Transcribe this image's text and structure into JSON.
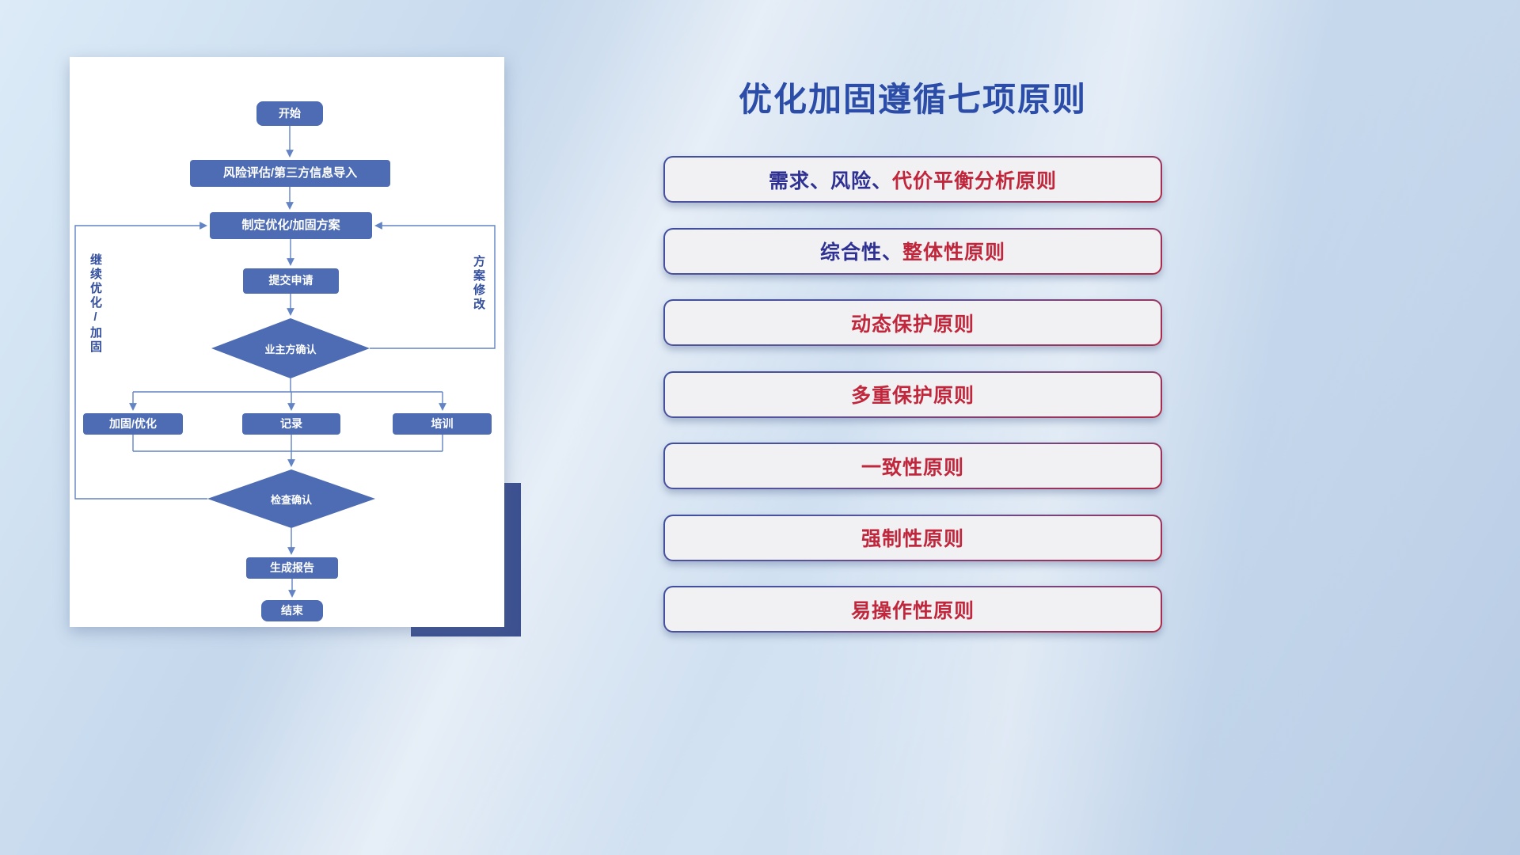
{
  "slide": {
    "right_panel": {
      "title": "优化加固遵循七项原则",
      "principles": [
        {
          "part1": {
            "text": "需求、风险、",
            "color": "#2e3192"
          },
          "part2": {
            "text": "代价平衡分析原则",
            "color": "#c1273c"
          }
        },
        {
          "part1": {
            "text": "综合性、",
            "color": "#2e3192"
          },
          "part2": {
            "text": "整体性原则",
            "color": "#c1273c"
          }
        },
        {
          "part1": {
            "text": "",
            "color": ""
          },
          "part2": {
            "text": "动态保护原则",
            "color": "#c1273c"
          }
        },
        {
          "part1": {
            "text": "",
            "color": ""
          },
          "part2": {
            "text": "多重保护原则",
            "color": "#c1273c"
          }
        },
        {
          "part1": {
            "text": "",
            "color": ""
          },
          "part2": {
            "text": "一致性原则",
            "color": "#c1273c"
          }
        },
        {
          "part1": {
            "text": "",
            "color": ""
          },
          "part2": {
            "text": "强制性原则",
            "color": "#c1273c"
          }
        },
        {
          "part1": {
            "text": "",
            "color": ""
          },
          "part2": {
            "text": "易操作性原则",
            "color": "#c1273c"
          }
        }
      ]
    },
    "flowchart": {
      "nodes": {
        "start": "开始",
        "risk_import": "风险评估/第三方信息导入",
        "make_plan": "制定优化/加固方案",
        "submit": "提交申请",
        "owner_confirm": "业主方确认",
        "reinforce": "加固/优化",
        "record": "记录",
        "training": "培训",
        "check_confirm": "检查确认",
        "report": "生成报告",
        "end": "结束"
      },
      "side_labels": {
        "continue": "继续优化/加固",
        "modify": "方案修改"
      }
    }
  },
  "colors": {
    "title_blue": "#2b4da8",
    "principle_red": "#c1273c",
    "principle_blue": "#2e3192",
    "node_blue": "#4e6cb3",
    "connector_blue": "#6283c4",
    "accent_navy": "#3d5191",
    "box_fill": "#f1f1f3",
    "side_label_blue": "#34509e"
  }
}
